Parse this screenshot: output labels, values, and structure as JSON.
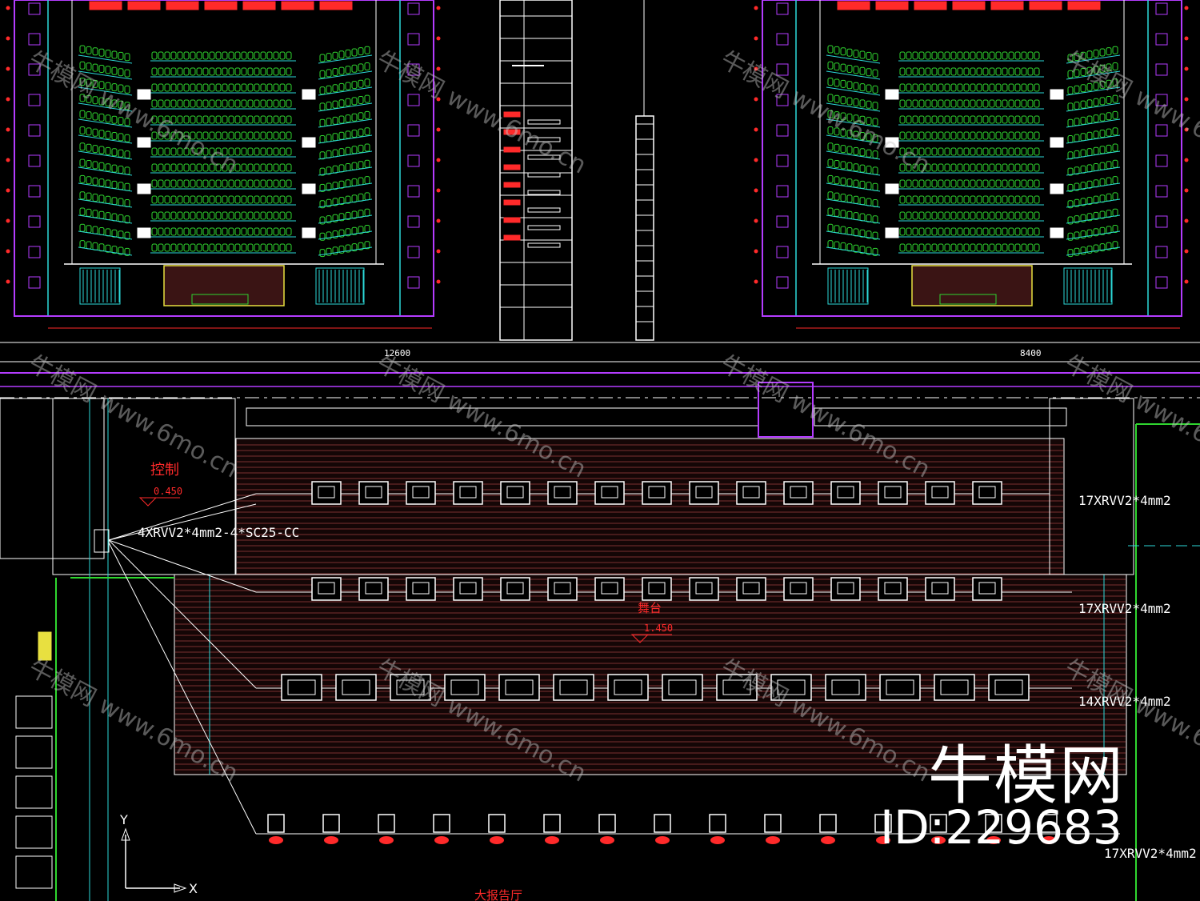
{
  "labels": {
    "control_room": "控制",
    "control_elev": "0.450",
    "stage": "舞台",
    "stage_elev": "1.450",
    "hall": "大报告厅",
    "dim_left": "12600",
    "dim_right": "8400",
    "axis_x": "X",
    "axis_y": "Y"
  },
  "cables": {
    "control_feed": "4XRVV2*4mm2-4*SC25-CC",
    "feed_1": "17XRVV2*4mm2",
    "feed_2": "17XRVV2*4mm2",
    "feed_3": "14XRVV2*4mm2",
    "feed_4": "17XRVV2*4mm2"
  },
  "watermark": {
    "brand": "牛模网",
    "id": "ID:229683",
    "site": "牛模网 www.6mo.cn"
  },
  "colors": {
    "seat": "#2fd62f",
    "wall": "#b43cff",
    "cyan": "#2cd9d9",
    "red": "#ff2a2a",
    "stage_hatch": "#7a3030",
    "white": "#ffffff",
    "yellow": "#e8e040"
  }
}
